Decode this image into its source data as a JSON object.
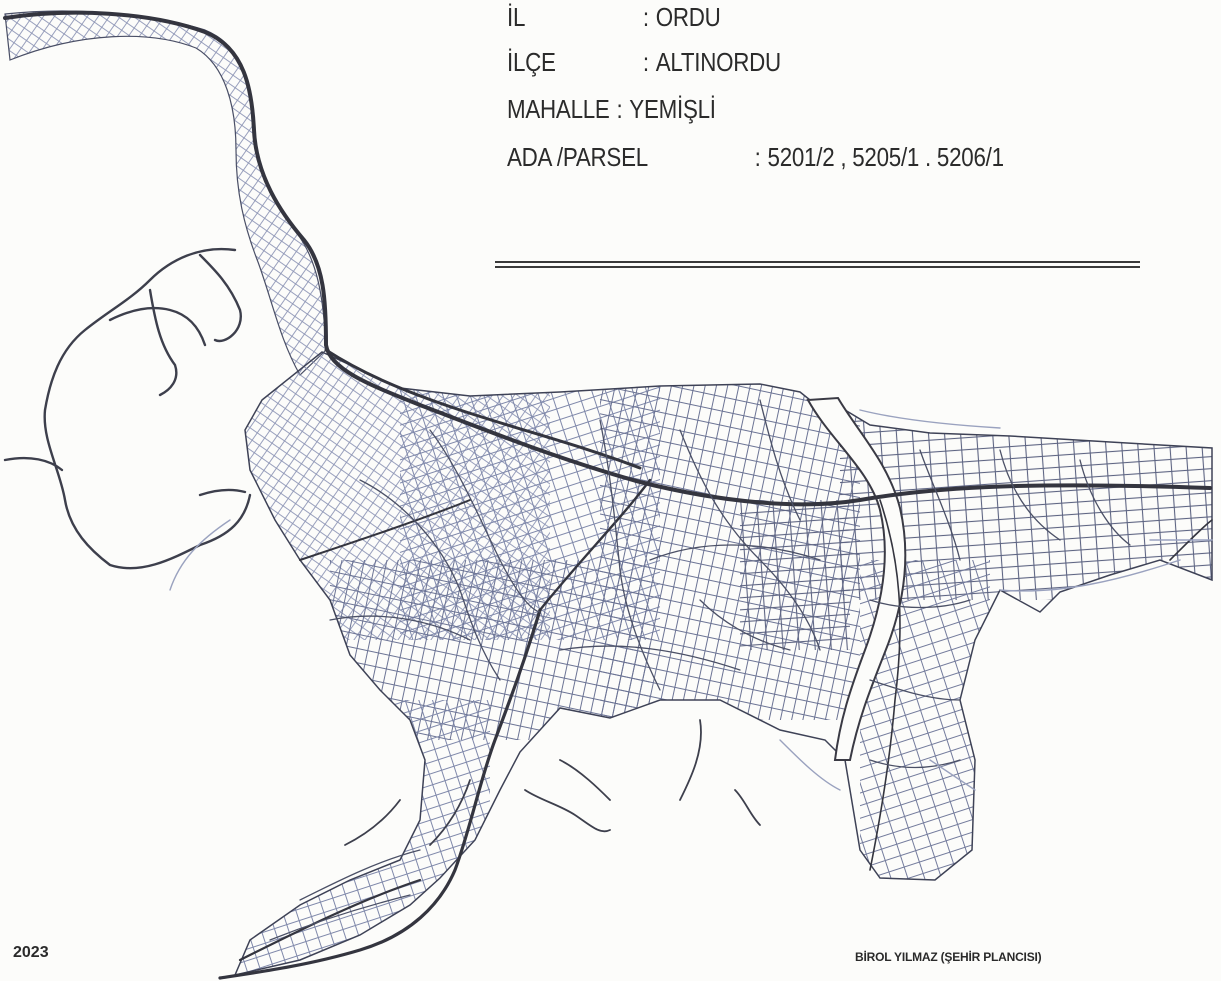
{
  "info": {
    "il": {
      "label": "İL",
      "value": "ORDU"
    },
    "ilce": {
      "label": "İLÇE",
      "value": "ALTINORDU"
    },
    "mahalle": {
      "label": "MAHALLE",
      "value": "YEMİŞLİ"
    },
    "ada_parsel": {
      "label": "ADA /PARSEL",
      "value": "5201/2 , 5205/1 . 5206/1"
    },
    "separator": ":"
  },
  "footer": {
    "year": "2023",
    "author": "BİROL YILMAZ (ŞEHİR PLANCISI)"
  },
  "colors": {
    "major_road": "#3a3a44",
    "street": "#5a5e78",
    "minor_street": "#8c94b4",
    "background": "#fcfcfa"
  }
}
